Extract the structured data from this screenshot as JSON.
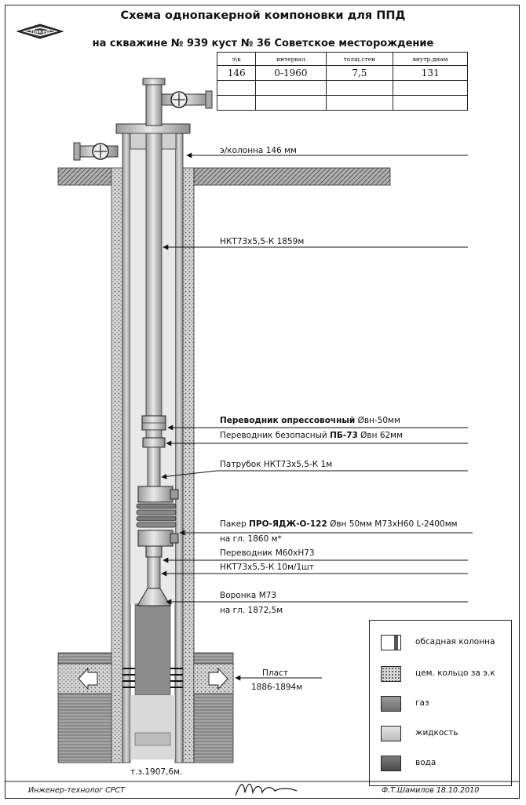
{
  "title": "Схема однопакерной компоновки для ППД",
  "subtitle": "на скважине № 939 куст № 36 Советское месторождение",
  "logo_text": "Пакер",
  "table": {
    "headers": [
      "э\\к",
      "интервал",
      "толщ.стен",
      "внутр.днам"
    ],
    "rows": [
      [
        "146",
        "0-1960",
        "7,5",
        "131"
      ],
      [
        "",
        "",
        "",
        ""
      ],
      [
        "",
        "",
        "",
        ""
      ]
    ]
  },
  "labels": {
    "casing": "э/колонна 146 мм",
    "tubing": "НКТ73х5,5-К 1859м",
    "crossover_pressure_bold": "Переводник опрессовочный",
    "crossover_pressure_rest": " Øвн-50мм",
    "crossover_safety_pre": "Переводник безопасный ",
    "crossover_safety_bold": "ПБ-73",
    "crossover_safety_post": " Øвн 62мм",
    "pup_joint": "Патрубок НКТ73х5,5-К 1м",
    "packer_pre": "Пакер ",
    "packer_bold": "ПРО-ЯДЖ-О-122",
    "packer_post": " Øвн 50мм М73хН60  L-2400мм",
    "packer_depth": "на гл. 1860 м*",
    "crossover_m60": "Переводник М60хН73",
    "tubing_10m": "НКТ73х5,5-К 10м/1шт",
    "funnel": "Воронка М73",
    "funnel_depth": "на гл. 1872,5м",
    "formation": "Пласт",
    "formation_interval": "1886-1894м",
    "bottom_hole": "т.з.1907,6м."
  },
  "legend": [
    {
      "label": "обсадная колонна",
      "icon": "casing-swatch"
    },
    {
      "label": "цем. кольцо за э.к",
      "icon": "cement-swatch"
    },
    {
      "label": "газ",
      "icon": "gas-swatch"
    },
    {
      "label": "жидкость",
      "icon": "liquid-swatch"
    },
    {
      "label": "вода",
      "icon": "water-swatch"
    }
  ],
  "footer": {
    "engineer": "Инженер-технолог  СРСТ",
    "signer": "Ф.Т.Шамилов  18.10.2010"
  },
  "colors": {
    "casing": "#c8c8c8",
    "cement": "#bdbdbd",
    "gas": "#8a8a8a",
    "liquid": "#cfcfcf",
    "water": "#6e6e6e",
    "ground": "#a8a8a8"
  }
}
